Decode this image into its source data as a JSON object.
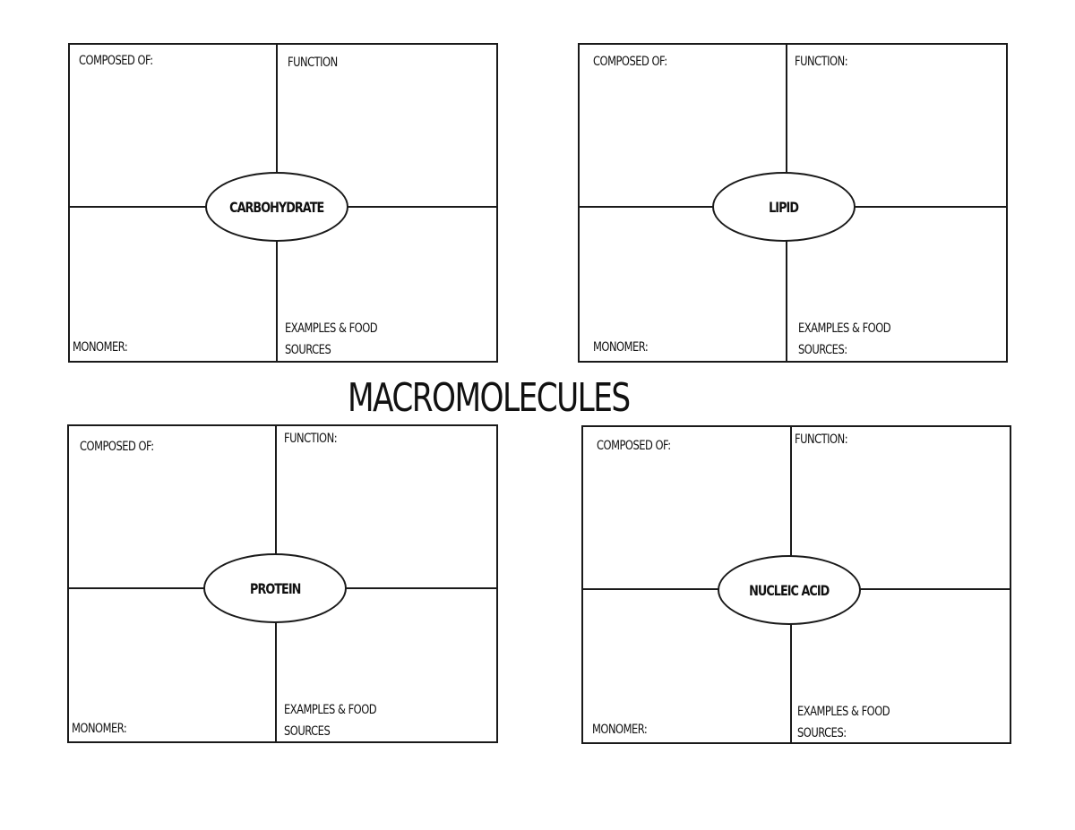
{
  "title": "MACROMOLECULES",
  "panels": [
    {
      "name": "CARBOHYDRATE",
      "composed_of": "COMPOSED OF:",
      "function": "FUNCTION",
      "monomer": "MONOMER:",
      "examples_line1": "EXAMPLES & FOOD",
      "examples_line2": "SOURCES"
    },
    {
      "name": "LIPID",
      "composed_of": "COMPOSED OF:",
      "function": "FUNCTION:",
      "monomer": "MONOMER:",
      "examples_line1": "EXAMPLES & FOOD",
      "examples_line2": "SOURCES:"
    },
    {
      "name": "PROTEIN",
      "composed_of": "COMPOSED OF:",
      "function": "FUNCTION:",
      "monomer": "MONOMER:",
      "examples_line1": "EXAMPLES & FOOD",
      "examples_line2": "SOURCES"
    },
    {
      "name": "NUCLEIC ACID",
      "composed_of": "COMPOSED OF:",
      "function": "FUNCTION:",
      "monomer": "MONOMER:",
      "examples_line1": "EXAMPLES & FOOD",
      "examples_line2": "SOURCES:"
    }
  ]
}
